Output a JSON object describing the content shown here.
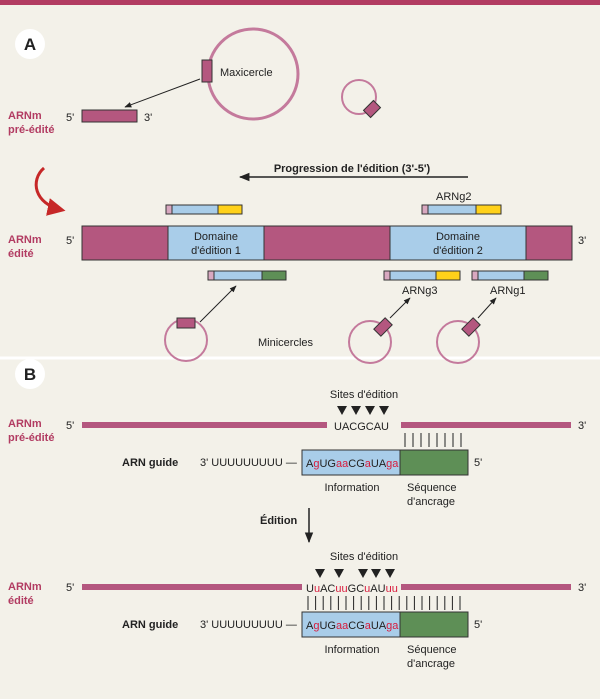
{
  "colors": {
    "magenta": "#b4577f",
    "blue": "#a9cde9",
    "yellow": "#ffd11a",
    "green": "#5e8f56",
    "pink_label": "#b23c62",
    "arrow_red": "#c62828",
    "top_bar": "#b23c62",
    "background": "#f3f1e9"
  },
  "panelA": {
    "letter": "A",
    "maxicercle": "Maxicercle",
    "arnm_pre_1": "ARNm",
    "arnm_pre_2": "pré-édité",
    "five": "5'",
    "three": "3'",
    "progression": "Progression de l'édition (3'-5')",
    "arnm_edit_1": "ARNm",
    "arnm_edit_2": "édité",
    "domain1_l1": "Domaine",
    "domain1_l2": "d'édition 1",
    "domain2_l1": "Domaine",
    "domain2_l2": "d'édition 2",
    "arng2": "ARNg2",
    "arng3": "ARNg3",
    "arng1": "ARNg1",
    "minicercles": "Minicercles"
  },
  "panelB": {
    "letter": "B",
    "sites1": "Sites d'édition",
    "arnm_pre_1": "ARNm",
    "arnm_pre_2": "pré-édité",
    "five": "5'",
    "three": "3'",
    "gap_seq": "UACGCAU",
    "arn_guide": "ARN guide",
    "polyU": "3' UUUUUUUUU —",
    "guide_seq": [
      {
        "t": "A",
        "c": "#222"
      },
      {
        "t": "g",
        "c": "#d81b3c"
      },
      {
        "t": "U",
        "c": "#222"
      },
      {
        "t": "G",
        "c": "#222"
      },
      {
        "t": "a",
        "c": "#d81b3c"
      },
      {
        "t": "a",
        "c": "#d81b3c"
      },
      {
        "t": "C",
        "c": "#222"
      },
      {
        "t": "G",
        "c": "#222"
      },
      {
        "t": "a",
        "c": "#d81b3c"
      },
      {
        "t": "U",
        "c": "#222"
      },
      {
        "t": "A",
        "c": "#222"
      },
      {
        "t": "g",
        "c": "#d81b3c"
      },
      {
        "t": "a",
        "c": "#d81b3c"
      }
    ],
    "information": "Information",
    "sequence_1": "Séquence",
    "sequence_2": "d'ancrage",
    "edition": "Édition",
    "sites2": "Sites d'édition",
    "arnm_edit_1": "ARNm",
    "arnm_edit_2": "édité",
    "edited_seq": [
      {
        "t": "U",
        "c": "#222"
      },
      {
        "t": "u",
        "c": "#d81b3c"
      },
      {
        "t": "A",
        "c": "#222"
      },
      {
        "t": "C",
        "c": "#222"
      },
      {
        "t": "u",
        "c": "#d81b3c"
      },
      {
        "t": "u",
        "c": "#d81b3c"
      },
      {
        "t": "G",
        "c": "#222"
      },
      {
        "t": "C",
        "c": "#222"
      },
      {
        "t": "u",
        "c": "#d81b3c"
      },
      {
        "t": "A",
        "c": "#222"
      },
      {
        "t": "U",
        "c": "#222"
      },
      {
        "t": "u",
        "c": "#d81b3c"
      },
      {
        "t": "u",
        "c": "#d81b3c"
      }
    ]
  }
}
